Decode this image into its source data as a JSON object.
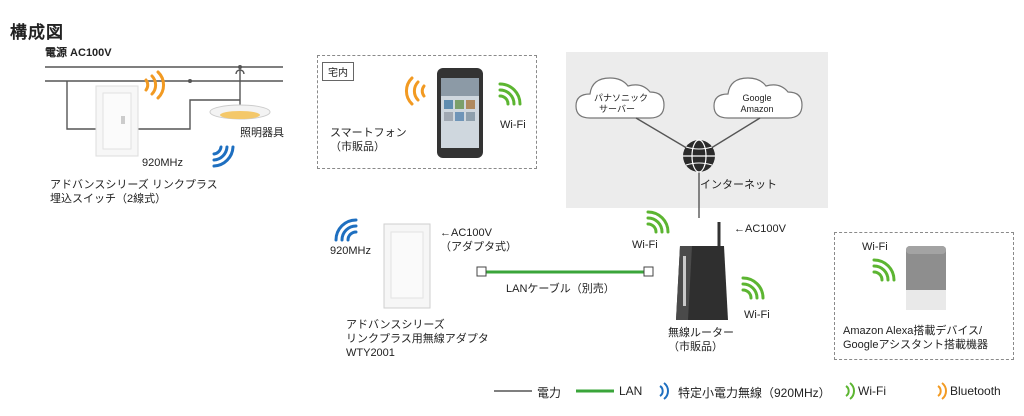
{
  "title": "構成図",
  "power": {
    "label": "電源 AC100V"
  },
  "switch": {
    "label": "アドバンスシリーズ リンクプラス\n埋込スイッチ（2線式）",
    "freq": "920MHz"
  },
  "light": {
    "label": "照明器具"
  },
  "home": {
    "tag": "宅内",
    "phone_label": "スマートフォン\n（市販品）",
    "wifi": "Wi-Fi"
  },
  "cloud": {
    "panasonic": "パナソニック\nサーバー",
    "google": "Google\nAmazon",
    "internet": "インターネット"
  },
  "adapter": {
    "freq": "920MHz",
    "power": "←AC100V\n（アダプタ式）",
    "label": "アドバンスシリーズ\nリンクプラス用無線アダプタ\nWTY2001"
  },
  "lan": {
    "label": "LANケーブル（別売）"
  },
  "router": {
    "wifi_left": "Wi-Fi",
    "power": "←AC100V",
    "wifi_right": "Wi-Fi",
    "label": "無線ルーター\n（市販品）"
  },
  "alexa": {
    "wifi": "Wi-Fi",
    "label": "Amazon Alexa搭載デバイス/\nGoogleアシスタント搭載機器"
  },
  "legend": {
    "power": "電力",
    "lan": "LAN",
    "radio920": "特定小電力無線（920MHz）",
    "wifi": "Wi-Fi",
    "bluetooth": "Bluetooth"
  },
  "colors": {
    "wifi": "#5cb531",
    "radio920": "#1e6fc0",
    "bluetooth": "#f29a22",
    "lan": "#3aa53a",
    "power_line": "#555555",
    "panel": "#ececec"
  }
}
